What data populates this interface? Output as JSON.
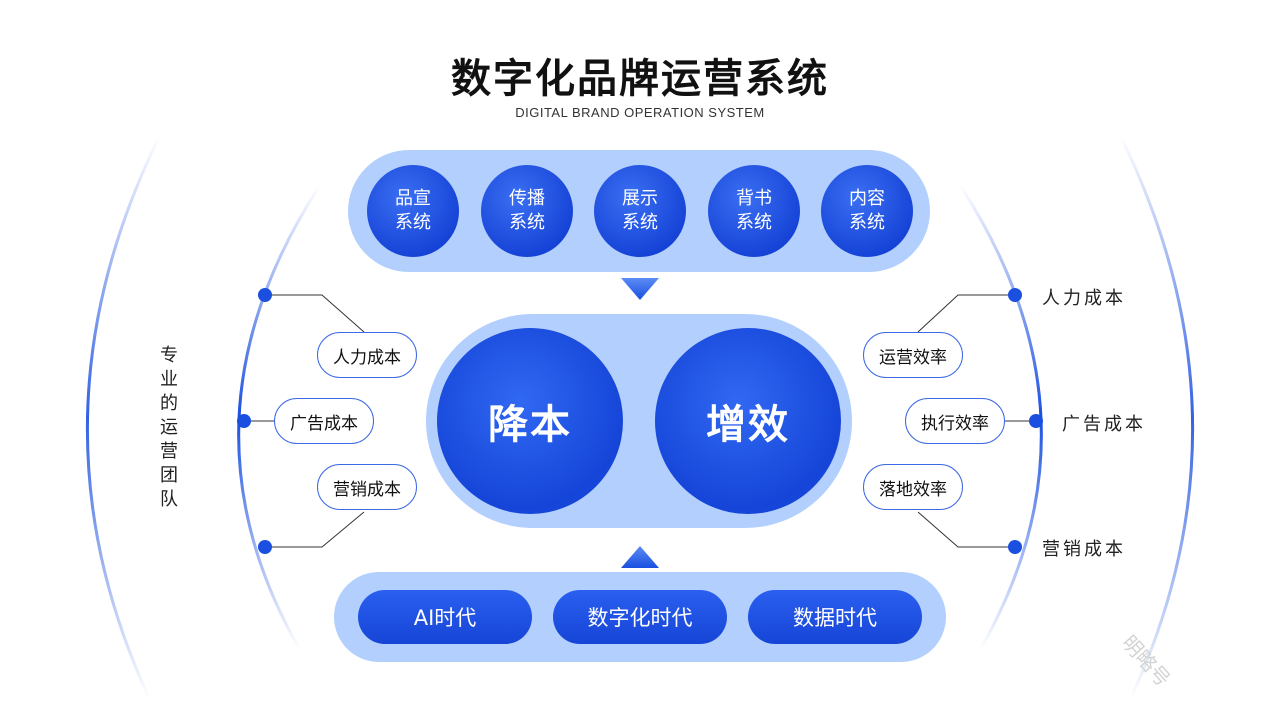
{
  "header": {
    "title": "数字化品牌运营系统",
    "subtitle": "DIGITAL BRAND OPERATION SYSTEM"
  },
  "top_systems": [
    "品宣\n系统",
    "传播\n系统",
    "展示\n系统",
    "背书\n系统",
    "内容\n系统"
  ],
  "center": {
    "left": "降本",
    "right": "增效"
  },
  "eras": [
    "AI时代",
    "数字化时代",
    "数据时代"
  ],
  "left_group": {
    "label": "专业的运营团队",
    "items": [
      "人力成本",
      "广告成本",
      "营销成本"
    ]
  },
  "right_group": {
    "items": [
      "运营效率",
      "执行效率",
      "落地效率"
    ],
    "labels": [
      "人力成本",
      "广告成本",
      "营销成本"
    ]
  },
  "watermark": "明略号",
  "colors": {
    "primary": "#1a4fe0",
    "panel": "#b3cffd",
    "outline": "#3d68e6"
  }
}
